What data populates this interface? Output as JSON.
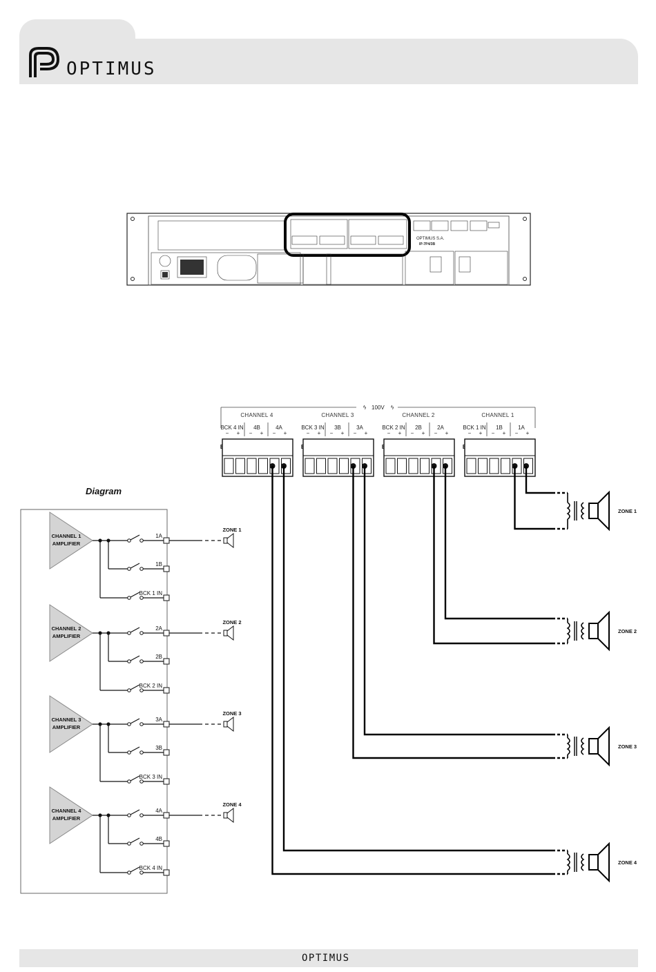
{
  "brand": {
    "name": "OPTIMUS",
    "footer_name": "OPTIMUS"
  },
  "colors": {
    "header_bg": "#e6e6e6",
    "amp_fill": "#d4d4d4",
    "highlight": "#000000"
  },
  "diagram": {
    "title": "Diagram",
    "amplifiers": [
      {
        "line1": "CHANNEL 1",
        "line2": "AMPLIFIER",
        "out_a": "1A",
        "out_b": "1B",
        "bck": "BCK 1 IN",
        "zone": "ZONE 1"
      },
      {
        "line1": "CHANNEL 2",
        "line2": "AMPLIFIER",
        "out_a": "2A",
        "out_b": "2B",
        "bck": "BCK 2 IN",
        "zone": "ZONE 2"
      },
      {
        "line1": "CHANNEL 3",
        "line2": "AMPLIFIER",
        "out_a": "3A",
        "out_b": "3B",
        "bck": "BCK 3 IN",
        "zone": "ZONE 3"
      },
      {
        "line1": "CHANNEL 4",
        "line2": "AMPLIFIER",
        "out_a": "4A",
        "out_b": "4B",
        "bck": "BCK 4 IN",
        "zone": "ZONE 4"
      }
    ]
  },
  "terminal_block": {
    "voltage_label": "100V",
    "channels": [
      {
        "name": "CHANNEL 4",
        "bck": "BCK 4 IN",
        "b": "4B",
        "a": "4A"
      },
      {
        "name": "CHANNEL 3",
        "bck": "BCK 3 IN",
        "b": "3B",
        "a": "3A"
      },
      {
        "name": "CHANNEL 2",
        "bck": "BCK 2 IN",
        "b": "2B",
        "a": "2A"
      },
      {
        "name": "CHANNEL 1",
        "bck": "BCK 1 IN",
        "b": "1B",
        "a": "1A"
      }
    ],
    "minus": "−",
    "plus": "+",
    "zones": [
      "ZONE 1",
      "ZONE 2",
      "ZONE 3",
      "ZONE 4"
    ]
  },
  "device": {
    "maker": "OPTIMUS S.A.",
    "model": "IP-7P4/3B"
  }
}
